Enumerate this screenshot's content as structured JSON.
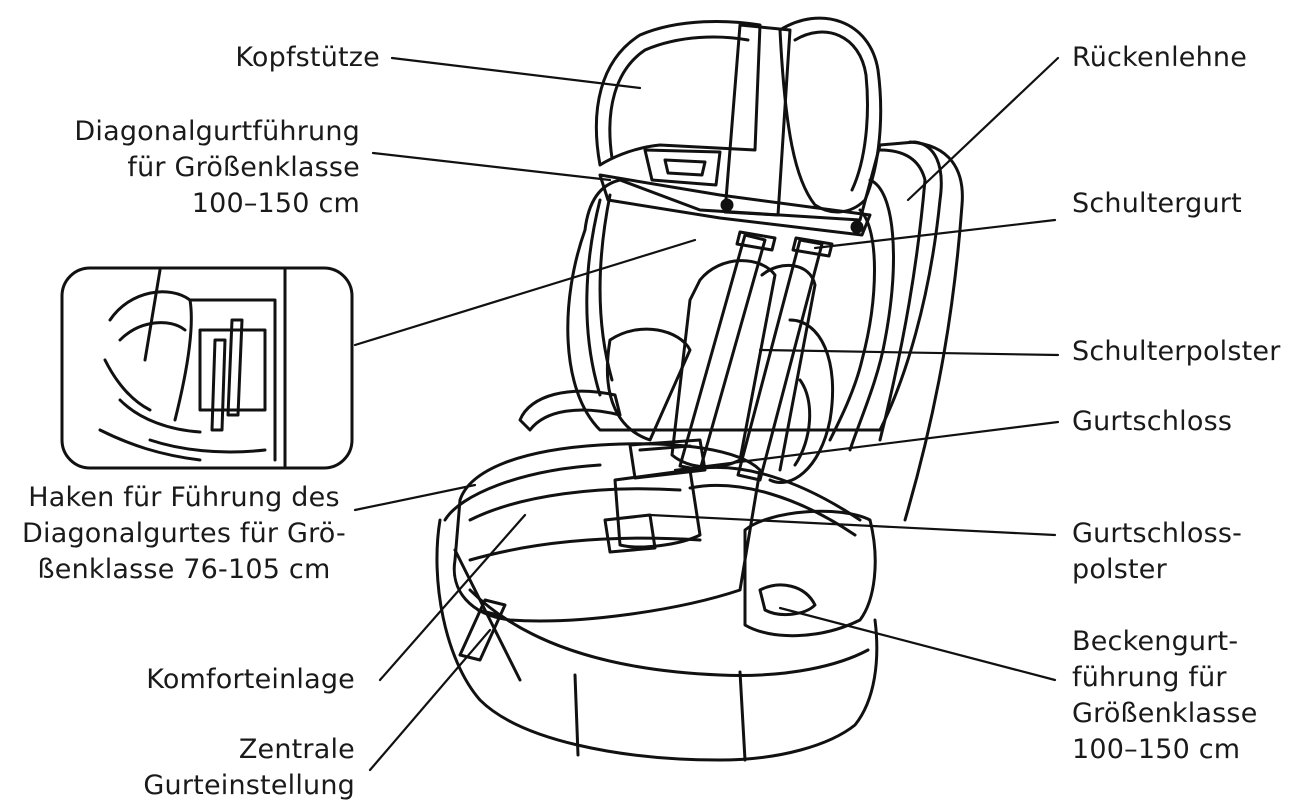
{
  "colors": {
    "ink": "#111111",
    "background": "#ffffff"
  },
  "labels": {
    "kopfstuetze": "Kopfstütze",
    "diagonalgurtfuehrung": "Diagonalgurtführung\nfür Größenklasse\n100–150 cm",
    "haken": "Haken für Führung des\nDiagonalgurtes für Grö-\nßenklasse 76-105 cm",
    "komforteinlage": "Komforteinlage",
    "zentrale": "Zentrale\nGurteinstellung",
    "rueckenlehne": "Rückenlehne",
    "schultergurt": "Schultergurt",
    "schulterpolster": "Schulterpolster",
    "gurtschloss": "Gurtschloss",
    "gurtschlosspolster": "Gurtschloss-\npolster",
    "beckengurt": "Beckengurt-\nführung für\nGrößenklasse\n100–150 cm"
  },
  "icons": {
    "seat": "child-car-seat-icon",
    "detail": "belt-hook-detail-icon"
  }
}
